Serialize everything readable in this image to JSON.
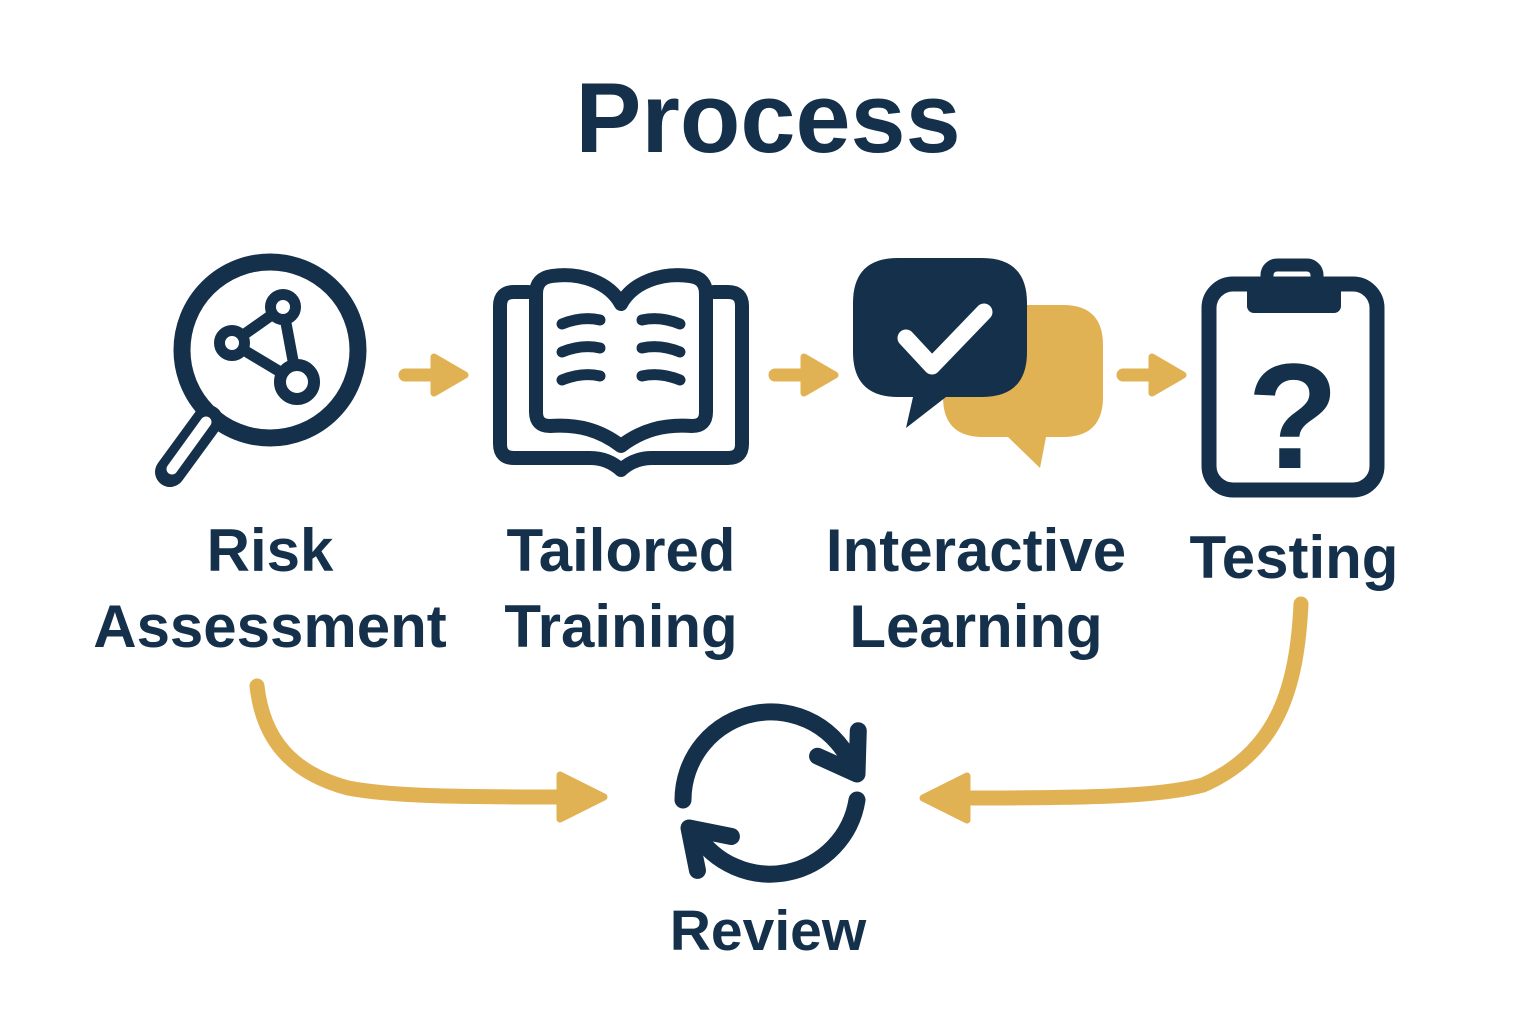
{
  "title": "Process",
  "colors": {
    "navy": "#14304a",
    "gold": "#e1b253",
    "background": "#ffffff",
    "checkmark": "#ffffff"
  },
  "steps": [
    {
      "label": "Risk Assessment",
      "icon": "magnifier-network-icon"
    },
    {
      "label": "Tailored Training",
      "icon": "open-book-icon"
    },
    {
      "label": "Interactive Learning",
      "icon": "chat-bubbles-check-icon"
    },
    {
      "label": "Testing",
      "icon": "clipboard-question-icon"
    }
  ],
  "clipboard_glyph": "?",
  "review": {
    "label": "Review",
    "icon": "refresh-cycle-icon"
  }
}
